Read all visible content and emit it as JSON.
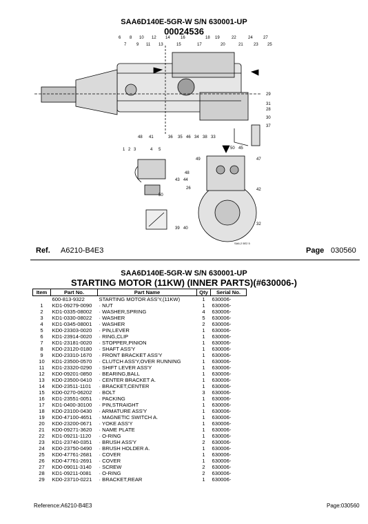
{
  "header": {
    "model": "SAA6D140E-5GR-W S/N 630001-UP",
    "code": "00024536"
  },
  "diagram": {
    "callouts_top": [
      "6",
      "8",
      "10",
      "12",
      "14",
      "16",
      "18",
      "19",
      "22",
      "24",
      "27"
    ],
    "callouts_top2": [
      "7",
      "9",
      "11",
      "13",
      "15",
      "17",
      "20",
      "21",
      "23",
      "25"
    ],
    "callouts_right": [
      "29",
      "31",
      "28",
      "30",
      "37"
    ],
    "callouts_bottom": [
      "48",
      "41",
      "36",
      "35",
      "46",
      "34",
      "38",
      "33"
    ],
    "callouts_mid_left": [
      "1",
      "2",
      "3",
      "4",
      "5"
    ],
    "callouts_mid_right": [
      "50",
      "45",
      "47",
      "49",
      "48",
      "42",
      "43",
      "44",
      "26",
      "39",
      "40",
      "32"
    ],
    "callout_50": "50",
    "small_caption": "SA6-2 5E2 5"
  },
  "refline": {
    "ref_label": "Ref.",
    "ref_value": "A6210-B4E3",
    "page_label": "Page",
    "page_value": "030560"
  },
  "subheader": {
    "model": "SAA6D140E-5GR-W S/N 630001-UP",
    "title": "STARTING MOTOR (11KW) (INNER PARTS)(#630006-)"
  },
  "table": {
    "headers": [
      "Item",
      "Part No.",
      "Part Name",
      "Qty",
      "Serial No."
    ],
    "rows": [
      [
        "",
        "600-813-9322",
        "STARTING MOTOR ASS'Y,(11KW)",
        "1",
        "630006-"
      ],
      [
        "1",
        "KD1-09279-0090",
        "· NUT",
        "1",
        "630006-"
      ],
      [
        "2",
        "KD1-0335-08002",
        "· WASHER,SPRING",
        "4",
        "630006-"
      ],
      [
        "3",
        "KD1-0330-08022",
        "· WASHER",
        "5",
        "630006-"
      ],
      [
        "4",
        "KD1-0345-08001",
        "· WASHER",
        "2",
        "630006-"
      ],
      [
        "5",
        "KD0-23303-0020",
        "· PIN,LEVER",
        "1",
        "630006-"
      ],
      [
        "6",
        "KD1-23914-0020",
        "· RING,CLIP",
        "1",
        "630006-"
      ],
      [
        "7",
        "KD1-23181-0020",
        "· STOPPER,PINION",
        "1",
        "630006-"
      ],
      [
        "8",
        "KD0-23120-0180",
        "· SHAFT ASS'Y",
        "1",
        "630006-"
      ],
      [
        "9",
        "KD0-23310-1670",
        "· FRONT BRACKET ASS'Y",
        "1",
        "630006-"
      ],
      [
        "10",
        "KD1-23500-0570",
        "· CLUTCH ASS'Y,OVER RUNNING",
        "1",
        "630006-"
      ],
      [
        "11",
        "KD1-23320-0290",
        "· SHIFT LEVER ASS'Y",
        "1",
        "630006-"
      ],
      [
        "12",
        "KD0-09201-0850",
        "· BEARING,BALL",
        "1",
        "630006-"
      ],
      [
        "13",
        "KD0-23500-0410",
        "· CENTER BRACKET A.",
        "1",
        "630006-"
      ],
      [
        "14",
        "KD0-23511-1101",
        "· BRACKET,CENTER",
        "1",
        "630006-"
      ],
      [
        "15",
        "KD0-0270-06202",
        "· BOLT",
        "3",
        "630006-"
      ],
      [
        "16",
        "KD1-23551-0051",
        "· PACKING",
        "1",
        "630006-"
      ],
      [
        "17",
        "KD1-0400-30100",
        "· PIN,STRAIGHT",
        "1",
        "630006-"
      ],
      [
        "18",
        "KD0-23100-0430",
        "· ARMATURE ASS'Y",
        "1",
        "630006-"
      ],
      [
        "19",
        "KD0-47100-4651",
        "· MAGNETIC SWITCH A.",
        "1",
        "630006-"
      ],
      [
        "20",
        "KD0-23200-0671",
        "· YOKE ASS'Y",
        "1",
        "630006-"
      ],
      [
        "21",
        "KD0-09271-3620",
        "· NAME PLATE",
        "1",
        "630006-"
      ],
      [
        "22",
        "KD1-09211-1120",
        "· O-RING",
        "1",
        "630006-"
      ],
      [
        "23",
        "KD1-23740-0351",
        "· BRUSH ASS'Y",
        "2",
        "630006-"
      ],
      [
        "24",
        "KD0-23750-0490",
        "· BRUSH HOLDER A.",
        "1",
        "630006-"
      ],
      [
        "25",
        "KD0-47761-2681",
        "· COVER",
        "1",
        "630006-"
      ],
      [
        "26",
        "KD0-47761-2691",
        "· COVER",
        "1",
        "630006-"
      ],
      [
        "27",
        "KD0-09011-3140",
        "· SCREW",
        "2",
        "630006-"
      ],
      [
        "28",
        "KD1-09211-0081",
        "· O-RING",
        "2",
        "630006-"
      ],
      [
        "29",
        "KD0-23710-0221",
        "· BRACKET,REAR",
        "1",
        "630006-"
      ]
    ]
  },
  "footer": {
    "reference": "Reference:A6210-B4E3",
    "page": "Page:030560"
  }
}
